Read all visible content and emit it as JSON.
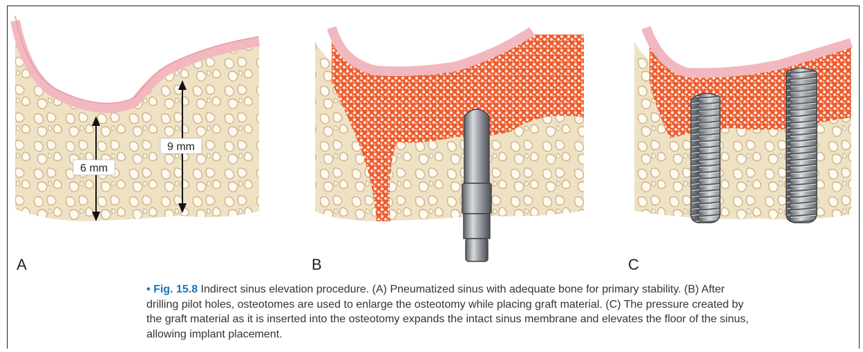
{
  "panels": [
    {
      "letter": "A",
      "measurements": [
        "6 mm",
        "9 mm"
      ]
    },
    {
      "letter": "B"
    },
    {
      "letter": "C"
    }
  ],
  "caption": {
    "bullet": "•",
    "figure_number": "Fig. 15.8",
    "text": " Indirect sinus elevation procedure. (A) Pneumatized sinus with adequate bone for primary stability. (B) After drilling pilot holes, osteotomes are used to enlarge the osteotomy while placing graft material. (C) The pressure created by the graft material as it is inserted into the osteotomy expands the intact sinus membrane and elevates the floor of the sinus, allowing implant placement."
  },
  "colors": {
    "bone": "#efe1c4",
    "bone_pore": "#ffffff",
    "pore_edge": "#cdb790",
    "membrane": "#f2b8bf",
    "graft": "#ee5b2e",
    "metal": "#9a9da4"
  }
}
